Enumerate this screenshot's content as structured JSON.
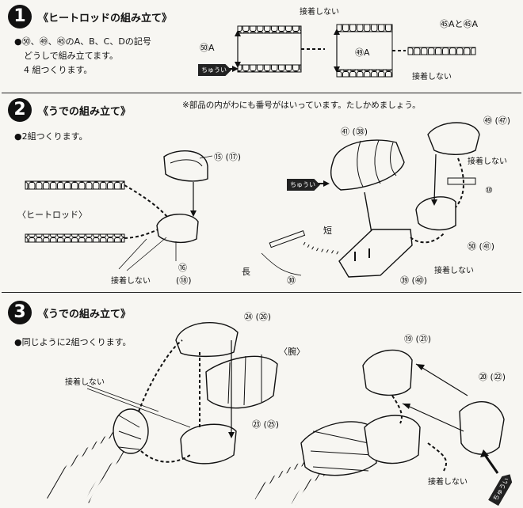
{
  "step1": {
    "number": "1",
    "title": "《ヒートロッドの組み立て》",
    "instruction_line1": "●㊿、㊾、㊺のA、B、C、Dの記号",
    "instruction_line2": "どうしで組み立てます。",
    "instruction_line3": "4 組つくります。",
    "label_53a": "㊿A",
    "label_54a": "㊾A",
    "label_55a": "㊺Aと㊺A",
    "label_no_glue_top": "接着しない",
    "label_no_glue_bottom": "接着しない",
    "caution": "ちゅうい"
  },
  "step2": {
    "number": "2",
    "title": "《うでの組み立て》",
    "note": "※部品の内がわにも番号がはいっています。たしかめましょう。",
    "instruction": "●2組つくります。",
    "label_heat_rod": "〈ヒートロッド〉",
    "label_15_17": "⑮ (⑰)",
    "label_16": "⑯",
    "label_18": "(⑱)",
    "label_no_glue_left": "接着しない",
    "label_41_38": "㊶ (㊳)",
    "label_short": "短",
    "label_long": "長",
    "label_30": "㉚",
    "label_39_40": "㊴ (㊵)",
    "label_49_52": "㊾ (㊼)",
    "label_no_glue_right_top": "接着しない",
    "label_10": "⑩",
    "label_50_51": "㊿ (㊶)",
    "label_no_glue_right_bottom": "接着しない",
    "caution": "ちゅうい"
  },
  "step3": {
    "number": "3",
    "title": "《うでの組み立て》",
    "instruction": "●同じように2組つくります。",
    "label_24_26": "㉔ (㉖)",
    "label_arm": "〈腕〉",
    "label_no_glue_left": "接着しない",
    "label_23_25": "㉓ (㉕)",
    "label_19_21": "⑲ (㉑)",
    "label_20_22": "⑳ (㉒)",
    "label_no_glue_right": "接着しない",
    "caution": "ちゅうい"
  }
}
